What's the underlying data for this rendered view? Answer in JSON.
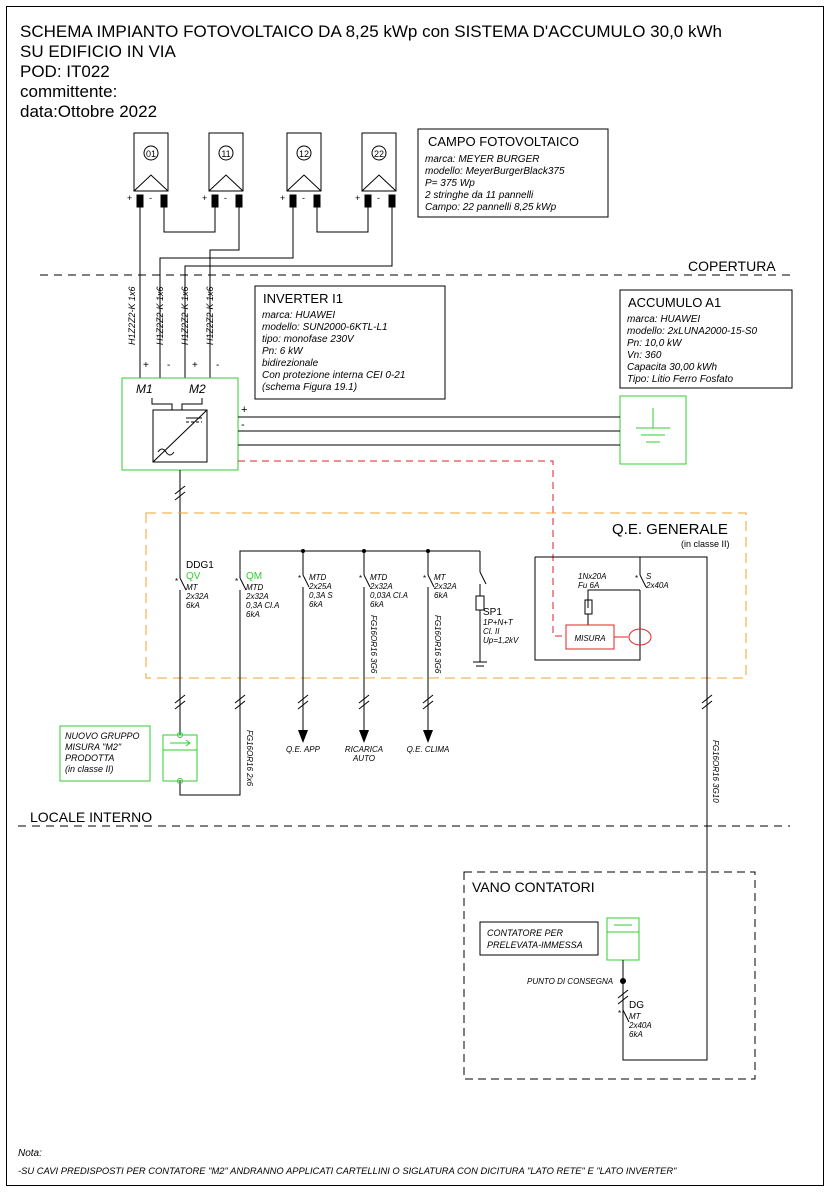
{
  "header": {
    "line1": "SCHEMA IMPIANTO FOTOVOLTAICO DA 8,25 kWp  con SISTEMA D'ACCUMULO 30,0 kWh",
    "line2": "SU EDIFICIO IN VIA",
    "line3": "POD: IT022",
    "line4": "committente:",
    "line5": "data:Ottobre 2022"
  },
  "modules": [
    "01",
    "11",
    "12",
    "22"
  ],
  "campo": {
    "title": "CAMPO FOTOVOLTAICO",
    "lines": [
      "marca: MEYER BURGER",
      "modello: MeyerBurgerBlack375",
      "P= 375 Wp",
      "2 stringhe da 11 pannelli",
      "Campo: 22 pannelli 8,25 kWp"
    ]
  },
  "zones": {
    "copertura": "COPERTURA",
    "locale": "LOCALE INTERNO"
  },
  "cables": {
    "dc": "H1Z2Z2-K 1x6",
    "fg3g6": "FG16OR16 3G6",
    "fg2x6": "FG16OR16 2x6",
    "fg3g10": "FG16OR16 3G10"
  },
  "inverter": {
    "title": "INVERTER I1",
    "lines": [
      "marca: HUAWEI",
      "modello: SUN2000-6KTL-L1",
      "tipo: monofase 230V",
      "Pn: 6 kW",
      "bidirezionale",
      "Con protezione interna CEI 0-21",
      "(schema Figura 19.1)"
    ],
    "m1": "M1",
    "m2": "M2"
  },
  "accumulo": {
    "title": "ACCUMULO A1",
    "lines": [
      "marca: HUAWEI",
      "modello: 2xLUNA2000-15-S0",
      "Pn: 10,0 kW",
      "Vn: 360",
      "Capacita 30,00 kWh",
      "Tipo: Litio Ferro Fosfato"
    ]
  },
  "qe": {
    "title": "Q.E. GENERALE",
    "subtitle": "(in classe II)"
  },
  "breakers": {
    "ddg1": {
      "name": "DDG1",
      "code": "QV",
      "lines": [
        "MT",
        "2x32A",
        "6kA"
      ]
    },
    "qm": {
      "code": "QM",
      "lines": [
        "MTD",
        "2x32A",
        "0,3A Cl.A",
        "6kA"
      ]
    },
    "b3": {
      "lines": [
        "MTD",
        "2x25A",
        "0,3A S",
        "6kA"
      ]
    },
    "b4": {
      "lines": [
        "MTD",
        "2x32A",
        "0,03A Cl.A",
        "6kA"
      ]
    },
    "b5": {
      "lines": [
        "MT",
        "2x32A",
        "6kA"
      ]
    },
    "sp1": {
      "name": "SP1",
      "lines": [
        "1P+N+T",
        "Cl. II",
        "Up=1,2kV"
      ]
    },
    "fuse": {
      "lines": [
        "1Nx20A",
        "Fu 6A"
      ]
    },
    "s": {
      "lines": [
        "S",
        "2x40A"
      ]
    }
  },
  "misura": "MISURA",
  "loads": {
    "app": "Q.E. APP",
    "ricarica1": "RICARICA",
    "ricarica2": "AUTO",
    "clima": "Q.E. CLIMA"
  },
  "gruppo": [
    "NUOVO GRUPPO",
    "MISURA \"M2\"",
    "PRODOTTA",
    "(in classe II)"
  ],
  "vano": {
    "title": "VANO CONTATORI",
    "contatore": [
      "CONTATORE PER",
      "PRELEVATA-IMMESSA"
    ],
    "punto": "PUNTO DI CONSEGNA",
    "dg": {
      "name": "DG",
      "lines": [
        "MT",
        "2x40A",
        "6kA"
      ]
    }
  },
  "nota": {
    "label": "Nota:",
    "text": "-SU CAVI PREDISPOSTI PER CONTATORE \"M2\" ANDRANNO APPLICATI CARTELLINI O SIGLATURA CON DICITURA \"LATO RETE\" E \"LATO INVERTER\""
  },
  "colors": {
    "green": "#33cc33",
    "orange": "#f0a030",
    "red": "#e02020"
  }
}
